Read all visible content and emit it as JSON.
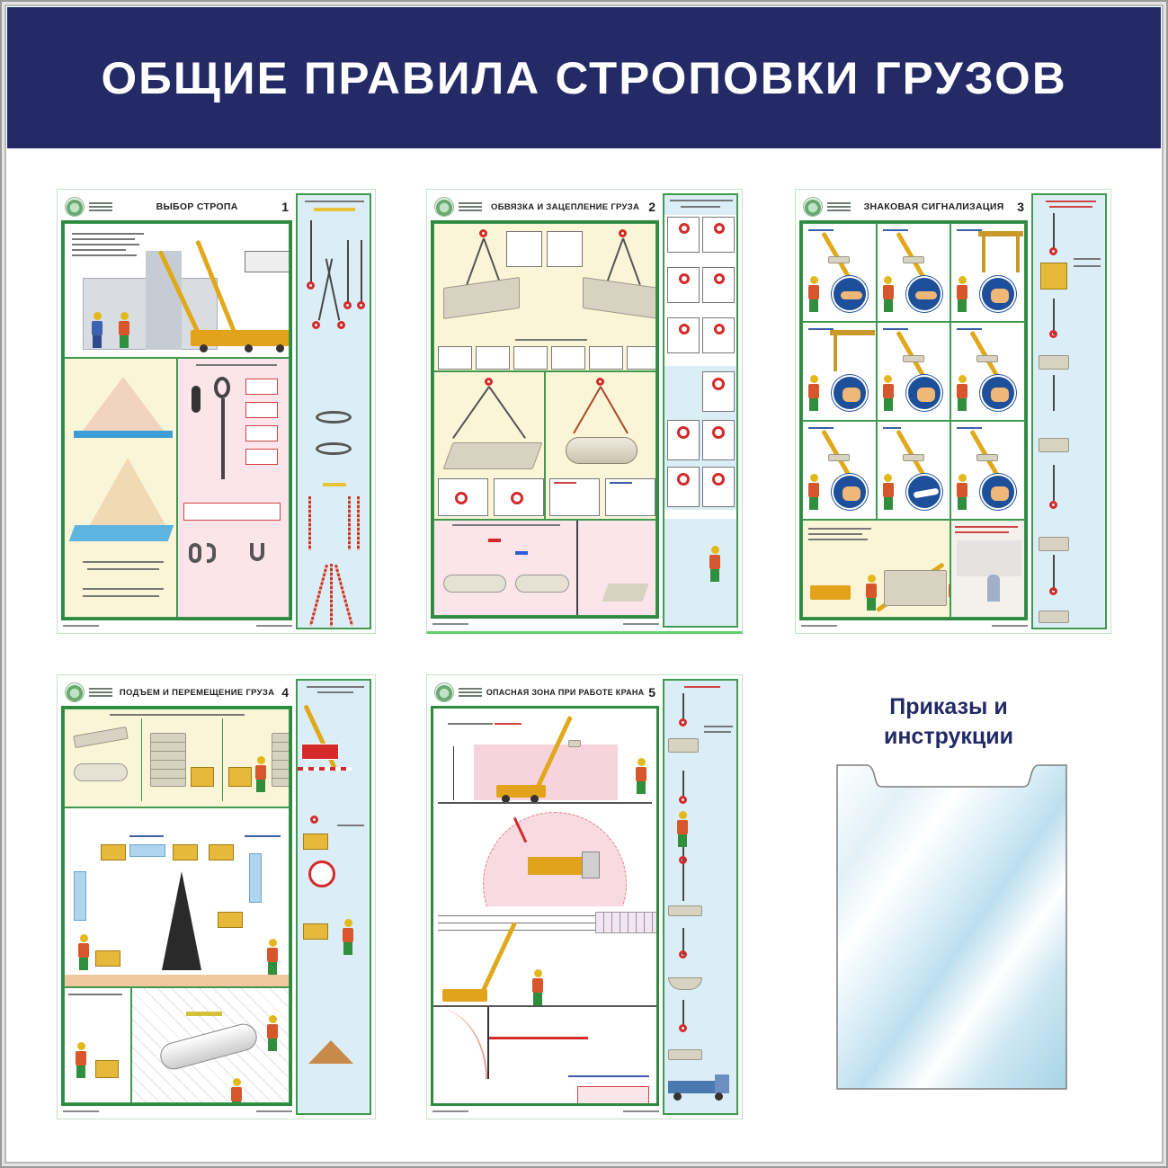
{
  "header": {
    "title": "ОБЩИЕ ПРАВИЛА СТРОПОВКИ ГРУЗОВ",
    "background": "#232a66",
    "text_color": "#ffffff"
  },
  "posters": [
    {
      "number": "1",
      "title": "ВЫБОР СТРОПА"
    },
    {
      "number": "2",
      "title": "ОБВЯЗКА И ЗАЦЕПЛЕНИЕ ГРУЗА"
    },
    {
      "number": "3",
      "title": "ЗНАКОВАЯ СИГНАЛИЗАЦИЯ"
    },
    {
      "number": "4",
      "title": "ПОДЪЕМ И ПЕРЕМЕЩЕНИЕ ГРУЗА"
    },
    {
      "number": "5",
      "title": "ОПАСНАЯ ЗОНА ПРИ РАБОТЕ КРАНА"
    }
  ],
  "documents_pocket": {
    "label_line1": "Приказы и",
    "label_line2": "инструкции",
    "label_color": "#232a66"
  },
  "colors": {
    "poster_border_green": "#2e8a3e",
    "side_panel_blue": "#dbeef7",
    "cream_panel": "#fbf5d8",
    "pink_panel": "#fbe4ea",
    "crane_yellow": "#e0a81a",
    "hook_red": "#d42a2a"
  }
}
